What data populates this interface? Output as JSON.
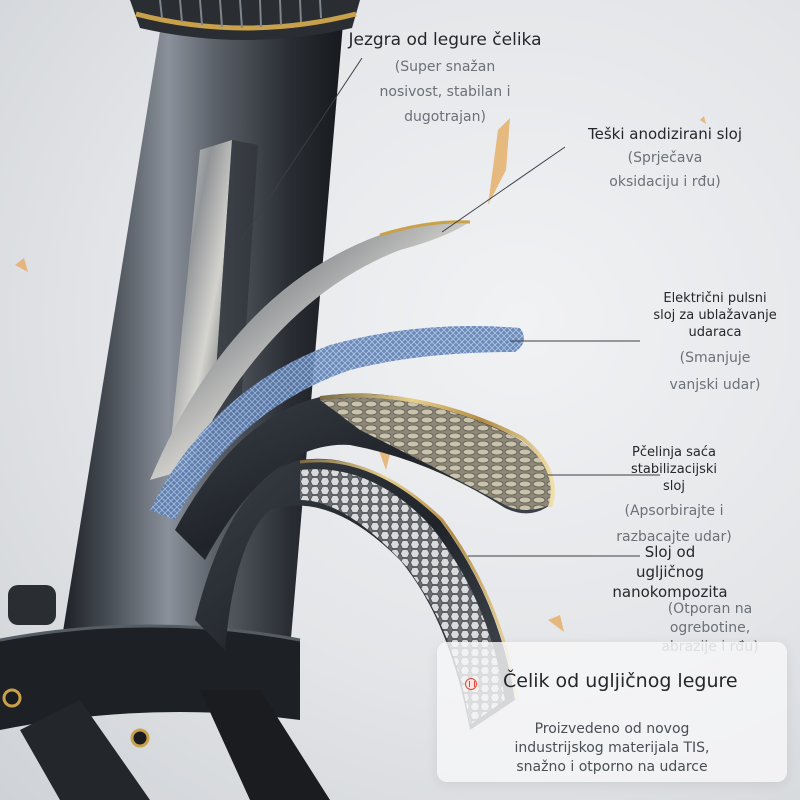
{
  "labels": [
    {
      "title": "Jezgra od legure čelika",
      "sub": [
        "(Super snažan",
        "nosivost, stabilan i",
        "dugotrajan)"
      ]
    },
    {
      "title": "Teški anodizirani sloj",
      "sub": [
        "(Sprječava",
        "oksidaciju i rđu)"
      ]
    },
    {
      "title": [
        "Električni pulsni",
        "sloj za ublažavanje",
        "udaraca"
      ],
      "sub": [
        "(Smanjuje",
        "vanjski udar)"
      ]
    },
    {
      "title": [
        "Pčelinja saća",
        "stabilizacijski",
        "sloj"
      ],
      "sub": [
        "(Apsorbirajte i",
        "razbacajte udar)"
      ]
    },
    {
      "title": [
        "Sloj od",
        "ugljičnog",
        "nanokompozita"
      ],
      "sub": [
        "(Otporan na",
        "ogrebotine,",
        "abrazije i rđu)"
      ]
    }
  ],
  "card": {
    "icon": "info-dot-icon",
    "title": "Čelik od ugljičnog legure",
    "body": [
      "Proizvedeno od novog",
      "industrijskog materijala TIS,",
      "snažno i otporno na udarce"
    ]
  },
  "colors": {
    "gold_accent": "#c9a14a",
    "blue_mesh": "#5d7fb4",
    "steel_dark": "#2b2f36",
    "leader_line": "#3b3f45"
  }
}
